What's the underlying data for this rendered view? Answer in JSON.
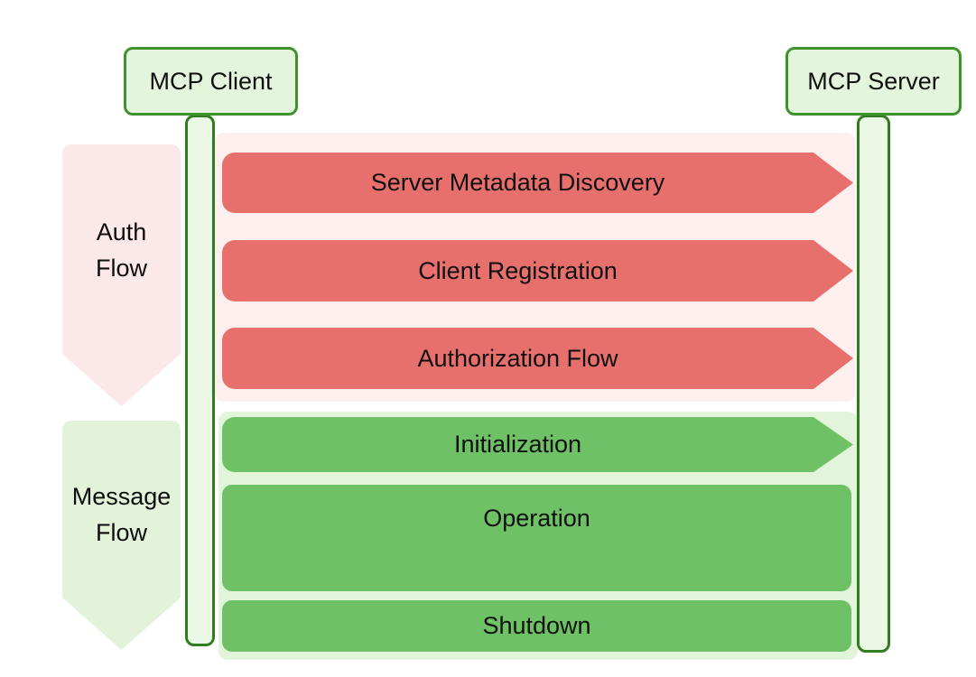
{
  "actors": {
    "client": {
      "label": "MCP Client"
    },
    "server": {
      "label": "MCP Server"
    }
  },
  "sections": {
    "auth": {
      "label_lines": [
        "Auth",
        "Flow"
      ],
      "steps": [
        {
          "label": "Server Metadata Discovery",
          "shape": "arrow-right"
        },
        {
          "label": "Client Registration",
          "shape": "arrow-right"
        },
        {
          "label": "Authorization Flow",
          "shape": "arrow-right"
        }
      ]
    },
    "message": {
      "label_lines": [
        "Message",
        "Flow"
      ],
      "steps": [
        {
          "label": "Initialization",
          "shape": "arrow-right"
        },
        {
          "label": "Operation",
          "shape": "box"
        },
        {
          "label": "Shutdown",
          "shape": "box"
        }
      ]
    }
  },
  "colors": {
    "red_fill": "#e7706d",
    "pink_panel": "#fcefee",
    "pink_pent": "#fbe8e8",
    "grn_fill": "#6ec164",
    "green_panel": "#e2f5da",
    "green_pent": "#e2f3da",
    "line_fill": "#ecf8e6",
    "line_border": "#2f7d1d",
    "title_fill": "#e3f5dc",
    "title_border": "#3f922c"
  }
}
